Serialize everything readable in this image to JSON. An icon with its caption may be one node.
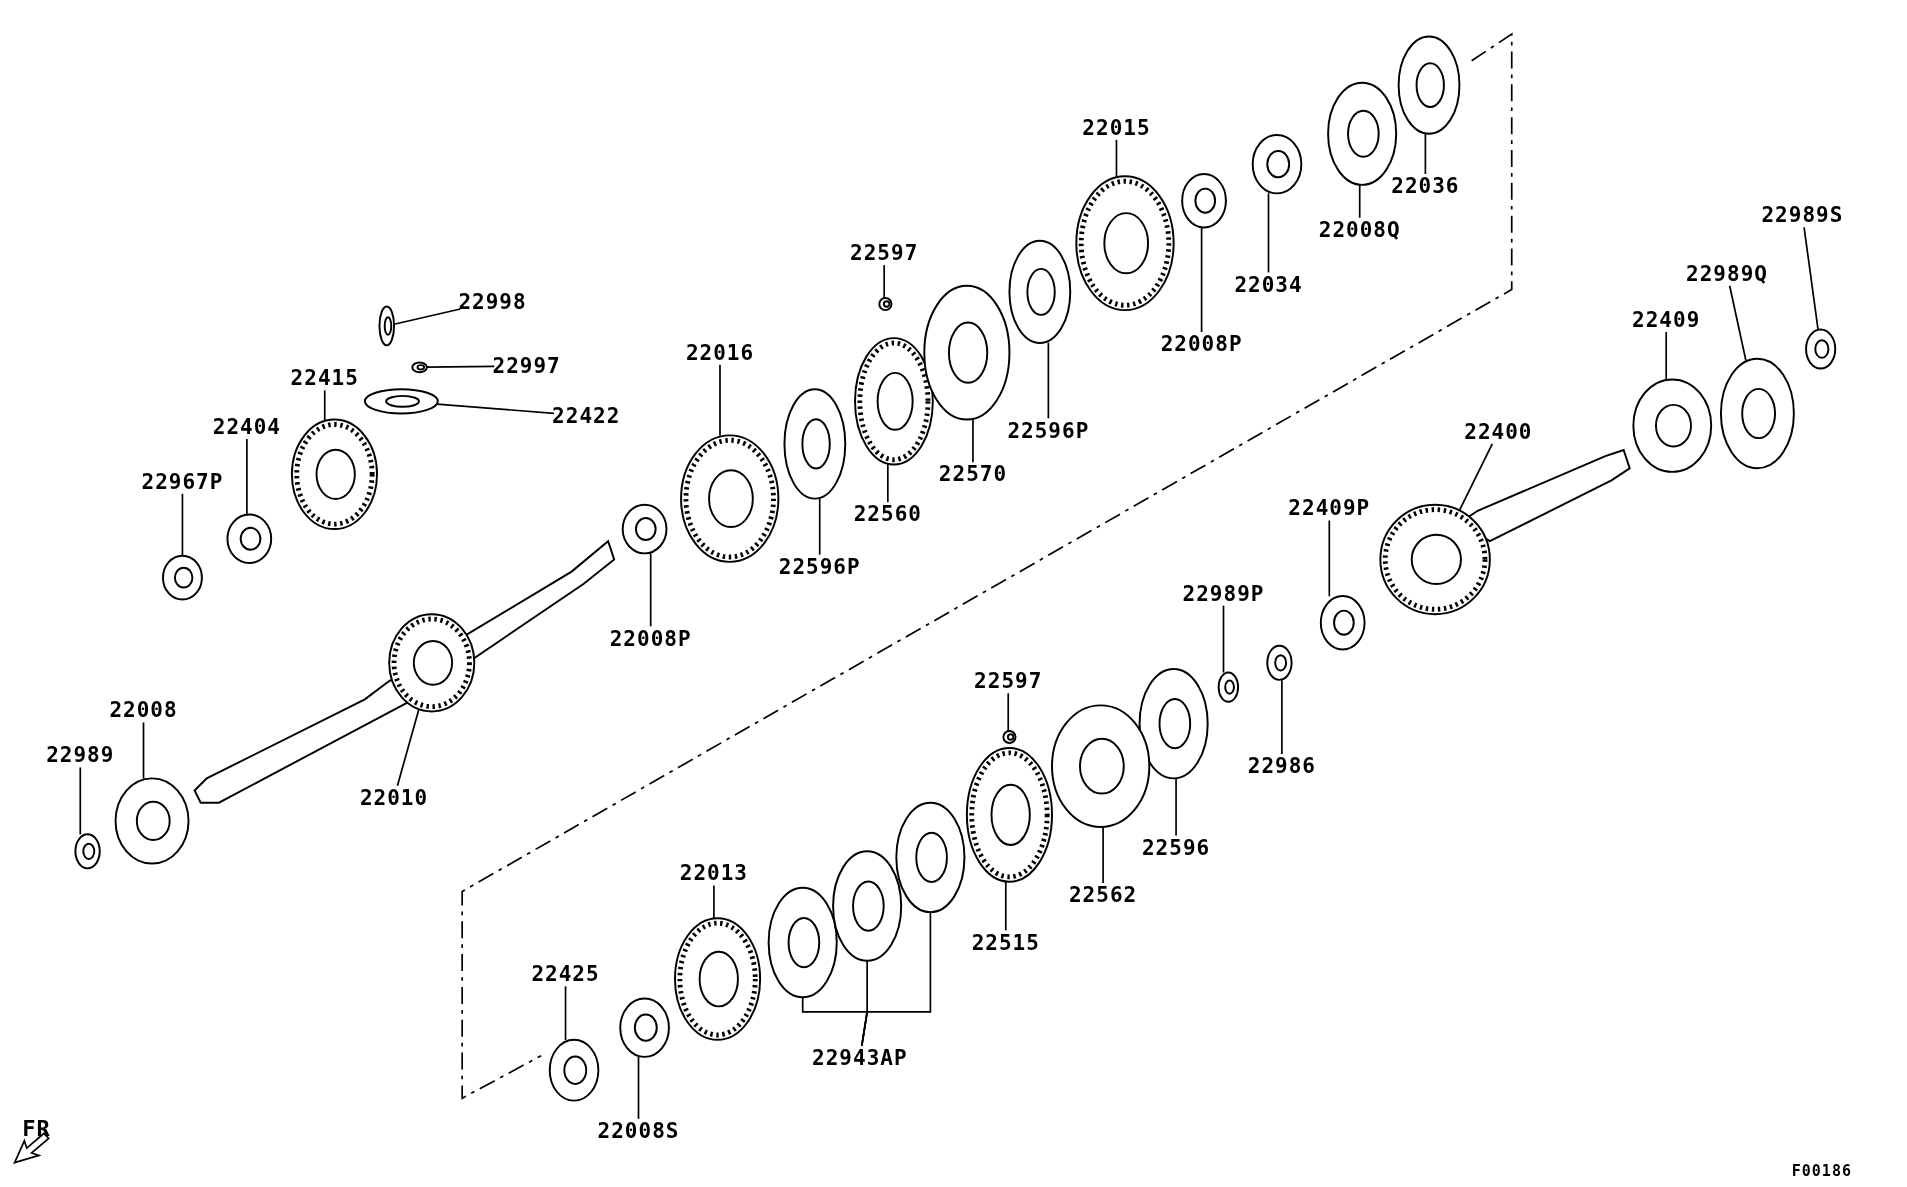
{
  "diagram": {
    "nodes": [
      {
        "text": [
          "22998"
        ]
      },
      {
        "text": [
          "22997"
        ]
      },
      {
        "text": [
          "22415"
        ]
      },
      {
        "text": [
          "22422"
        ]
      },
      {
        "text": [
          "22404"
        ]
      },
      {
        "text": [
          "22967P"
        ]
      },
      {
        "text": [
          "22016"
        ]
      },
      {
        "text": [
          "22008P"
        ]
      },
      {
        "text": [
          "22597"
        ]
      },
      {
        "text": [
          "22560"
        ]
      },
      {
        "text": [
          "22570"
        ]
      },
      {
        "text": [
          "22596P"
        ]
      },
      {
        "text": [
          "22596P"
        ]
      },
      {
        "text": [
          "22015"
        ]
      },
      {
        "text": [
          "22008P"
        ]
      },
      {
        "text": [
          "22034"
        ]
      },
      {
        "text": [
          "22008Q"
        ]
      },
      {
        "text": [
          "22036"
        ]
      },
      {
        "text": [
          "22010"
        ]
      },
      {
        "text": [
          "22008"
        ]
      },
      {
        "text": [
          "22989"
        ]
      },
      {
        "text": [
          "22989S"
        ]
      },
      {
        "text": [
          "22989Q"
        ]
      },
      {
        "text": [
          "22409"
        ]
      },
      {
        "text": [
          "22400"
        ]
      },
      {
        "text": [
          "22409P"
        ]
      },
      {
        "text": [
          "22989P"
        ]
      },
      {
        "text": [
          "22986"
        ]
      },
      {
        "text": [
          "22597"
        ]
      },
      {
        "text": [
          "22596"
        ]
      },
      {
        "text": [
          "22562"
        ]
      },
      {
        "text": [
          "22515"
        ]
      },
      {
        "text": [
          "22013"
        ]
      },
      {
        "text": [
          "22943AP"
        ]
      },
      {
        "text": [
          "22425"
        ]
      },
      {
        "text": [
          "22008S"
        ]
      },
      {
        "text": [],
        "shape": "picture"
      },
      {
        "text": [],
        "shape": "picture"
      },
      {
        "text": [],
        "shape": "picture"
      },
      {
        "text": [],
        "shape": "picture"
      },
      {
        "text": [],
        "shape": "picture"
      },
      {
        "text": [],
        "shape": "picture"
      },
      {
        "text": [],
        "shape": "picture"
      },
      {
        "text": [],
        "shape": "picture"
      },
      {
        "text": [],
        "shape": "picture"
      },
      {
        "text": [],
        "shape": "picture"
      },
      {
        "text": [],
        "shape": "picture"
      },
      {
        "text": [],
        "shape": "picture"
      },
      {
        "text": [],
        "shape": "picture"
      },
      {
        "text": [],
        "shape": "picture"
      },
      {
        "text": [],
        "shape": "picture"
      },
      {
        "text": [],
        "shape": "picture"
      },
      {
        "text": [],
        "shape": "picture"
      },
      {
        "text": [],
        "shape": "picture"
      },
      {
        "text": [],
        "shape": "picture"
      },
      {
        "text": [],
        "shape": "picture"
      },
      {
        "text": [],
        "shape": "picture"
      },
      {
        "text": [],
        "shape": "picture"
      },
      {
        "text": [],
        "shape": "picture"
      },
      {
        "text": [],
        "shape": "picture"
      },
      {
        "text": [],
        "shape": "picture"
      },
      {
        "text": [],
        "shape": "picture"
      },
      {
        "text": [],
        "shape": "picture"
      },
      {
        "text": [],
        "shape": "picture"
      },
      {
        "text": [],
        "shape": "picture"
      },
      {
        "text": [],
        "shape": "picture"
      },
      {
        "text": [],
        "shape": "picture"
      },
      {
        "text": [],
        "shape": "picture"
      },
      {
        "text": [],
        "shape": "picture"
      },
      {
        "text": [],
        "shape": "picture"
      },
      {
        "text": [],
        "shape": "picture"
      },
      {
        "text": [],
        "shape": "picture"
      },
      {
        "text": [],
        "shape": "picture"
      },
      {
        "text": [],
        "shape": "picture"
      }
    ],
    "edges": [
      {
        "from": 0,
        "to": 36,
        "arrow": "none"
      },
      {
        "from": 1,
        "to": 37,
        "arrow": "none"
      },
      {
        "from": 2,
        "to": 38,
        "arrow": "none"
      },
      {
        "from": 3,
        "to": 39,
        "arrow": "none"
      },
      {
        "from": 4,
        "to": 40,
        "arrow": "none"
      },
      {
        "from": 5,
        "to": 41,
        "arrow": "none"
      },
      {
        "from": 6,
        "to": 42,
        "arrow": "none"
      },
      {
        "from": 7,
        "to": 43,
        "arrow": "none"
      },
      {
        "from": 8,
        "to": 44,
        "arrow": "none"
      },
      {
        "from": 9,
        "to": 45,
        "arrow": "none"
      },
      {
        "from": 10,
        "to": 46,
        "arrow": "none"
      },
      {
        "from": 11,
        "to": 47,
        "arrow": "none"
      },
      {
        "from": 12,
        "to": 48,
        "arrow": "none"
      },
      {
        "from": 13,
        "to": 49,
        "arrow": "none"
      },
      {
        "from": 14,
        "to": 50,
        "arrow": "none"
      },
      {
        "from": 15,
        "to": 51,
        "arrow": "none"
      },
      {
        "from": 16,
        "to": 52,
        "arrow": "none"
      },
      {
        "from": 17,
        "to": 53,
        "arrow": "none"
      },
      {
        "from": 18,
        "to": 54,
        "arrow": "none"
      },
      {
        "from": 19,
        "to": 55,
        "arrow": "none"
      },
      {
        "from": 20,
        "to": 56,
        "arrow": "none"
      },
      {
        "from": 21,
        "to": 57,
        "arrow": "none"
      },
      {
        "from": 22,
        "to": 58,
        "arrow": "none"
      },
      {
        "from": 23,
        "to": 59,
        "arrow": "none"
      },
      {
        "from": 24,
        "to": 60,
        "arrow": "none"
      },
      {
        "from": 25,
        "to": 61,
        "arrow": "none"
      },
      {
        "from": 26,
        "to": 62,
        "arrow": "none"
      },
      {
        "from": 27,
        "to": 63,
        "arrow": "none"
      },
      {
        "from": 28,
        "to": 64,
        "arrow": "none"
      },
      {
        "from": 29,
        "to": 65,
        "arrow": "none"
      },
      {
        "from": 30,
        "to": 66,
        "arrow": "none"
      },
      {
        "from": 31,
        "to": 67,
        "arrow": "none"
      },
      {
        "from": 32,
        "to": 68,
        "arrow": "none"
      },
      {
        "from": 33,
        "to": 69,
        "arrow": "none"
      },
      {
        "from": 33,
        "to": 70,
        "arrow": "none"
      },
      {
        "from": 33,
        "to": 71,
        "arrow": "none"
      },
      {
        "from": 34,
        "to": 72,
        "arrow": "none"
      },
      {
        "from": 35,
        "to": 73,
        "arrow": "none"
      }
    ],
    "labels": [
      "FR",
      "F00186"
    ]
  }
}
